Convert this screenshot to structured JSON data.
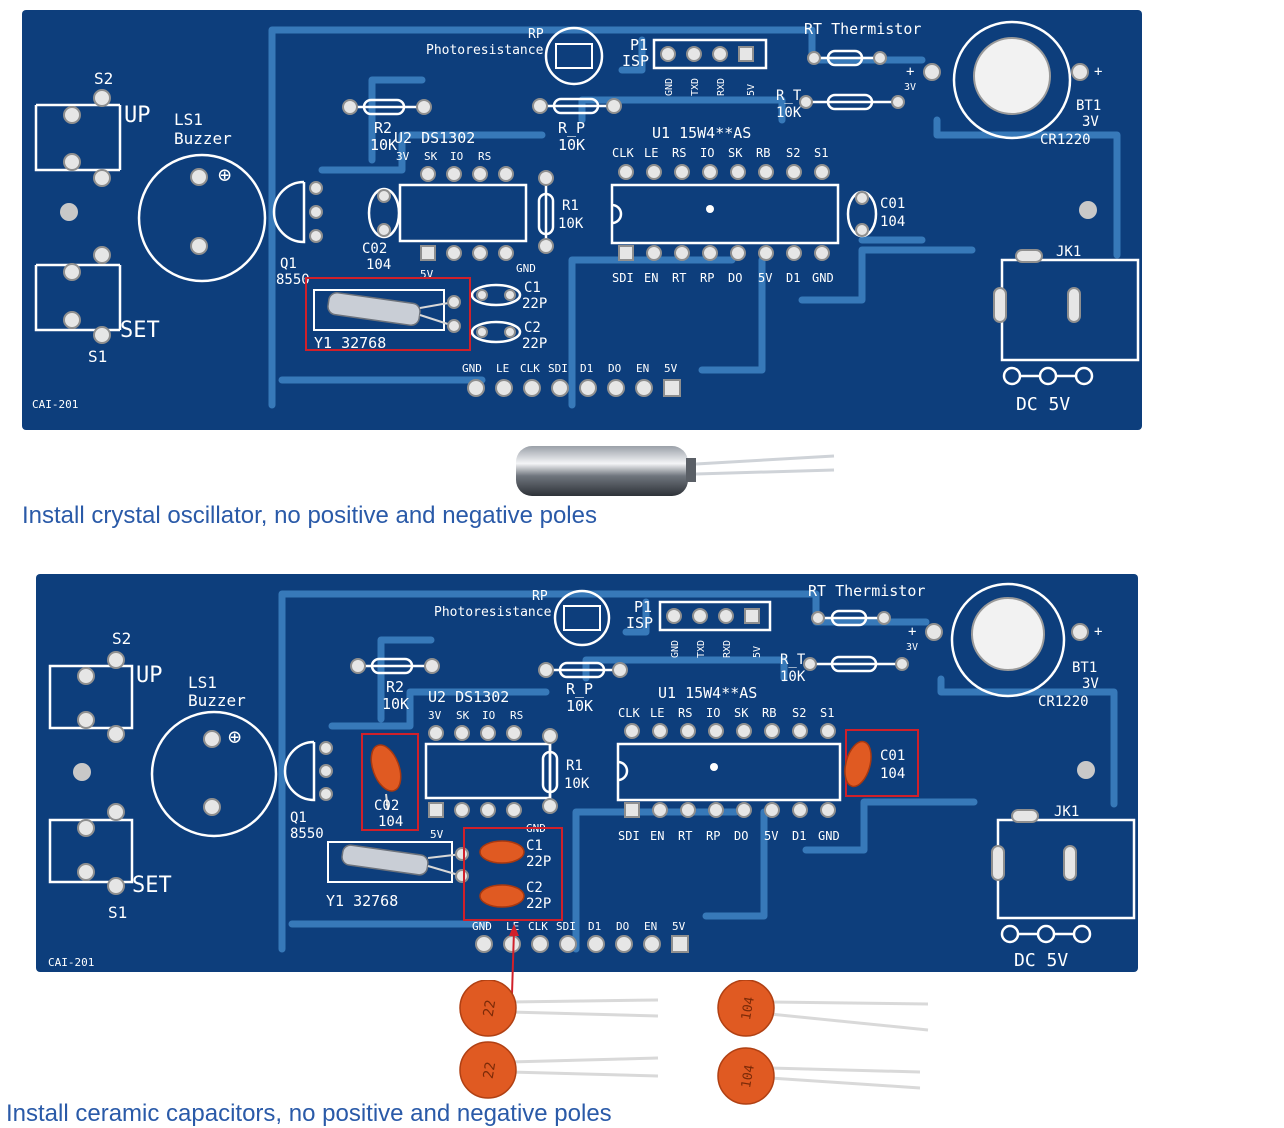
{
  "labels": {
    "s2": "S2",
    "up": "UP",
    "s1": "S1",
    "set": "SET",
    "ls1": "LS1",
    "buzzer": "Buzzer",
    "plus": "⊕",
    "q1": "Q1",
    "q1_val": "8550",
    "r2": "R2",
    "r2_val": "10K",
    "u2": "U2 DS1302",
    "u2_pins_top": [
      "3V",
      "SK",
      "IO",
      "RS"
    ],
    "u2_5v": "5V",
    "u2_gnd": "GND",
    "co2": "C02",
    "co2_val": "104",
    "rp": "RP",
    "photoresistance": "Photoresistance",
    "rp_label": "R_P",
    "rp_val": "10K",
    "r1": "R1",
    "r1_val": "10K",
    "p1": "P1",
    "isp": "ISP",
    "p1_pins": [
      "GND",
      "TXD",
      "RXD",
      "5V"
    ],
    "u1": "U1 15W4**AS",
    "u1_pins_top": [
      "CLK",
      "LE",
      "RS",
      "IO",
      "SK",
      "RB",
      "S2",
      "S1"
    ],
    "u1_pins_bottom": [
      "SDI",
      "EN",
      "RT",
      "RP",
      "DO",
      "5V",
      "D1",
      "GND"
    ],
    "rt_thermistor": "RT Thermistor",
    "rt_label": "R_T",
    "rt_val": "10K",
    "bt1": "BT1",
    "bt1_v": "3V",
    "cr1220": "CR1220",
    "plus_sign": "+",
    "bt_3v_small": "3V",
    "co1": "C01",
    "co1_val": "104",
    "c1": "C1",
    "c1_val": "22P",
    "c2": "C2",
    "c2_val": "22P",
    "y1": "Y1  32768",
    "jk1": "JK1",
    "dc5v": "DC 5V",
    "header_pins": [
      "GND",
      "LE",
      "CLK",
      "SDI",
      "D1",
      "DO",
      "EN",
      "5V"
    ],
    "board_id": "CAI-201",
    "cap22": "22",
    "cap104": "104"
  },
  "captions": {
    "top": "Install crystal oscillator, no positive and negative poles",
    "bottom": "Install ceramic capacitors, no positive and negative poles"
  },
  "colors": {
    "pcb": "#0d3e7c",
    "trace": "#3f84c4",
    "silk": "#ffffff",
    "highlight": "#d0202a",
    "capacitor": "#e05a22",
    "caption": "#2a5aa8"
  }
}
